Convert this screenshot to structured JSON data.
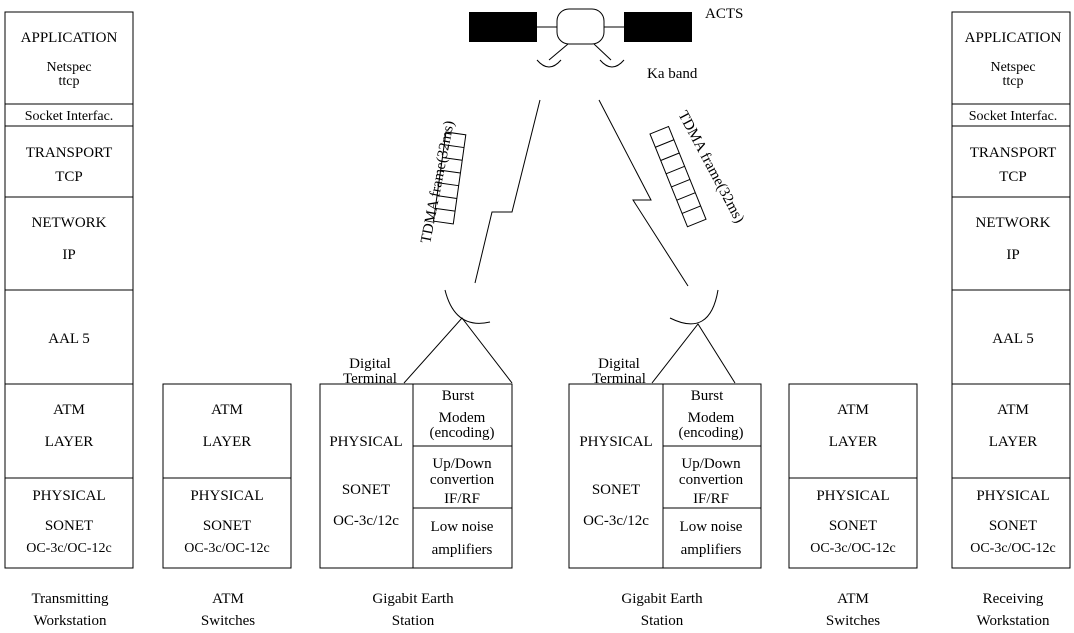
{
  "satellite": {
    "name": "ACTS",
    "band": "Ka band"
  },
  "tdma_left": "TDMA frame(32ms)",
  "tdma_right": "TDMA frame(32ms)",
  "workstation_left": {
    "layers": [
      [
        "APPLICATION",
        "Netspec",
        "ttcp"
      ],
      [
        "Socket Interfac."
      ],
      [
        "TRANSPORT",
        "TCP"
      ],
      [
        "NETWORK",
        "IP"
      ],
      [
        "AAL 5"
      ],
      [
        "ATM",
        "LAYER"
      ],
      [
        "PHYSICAL",
        "SONET",
        "OC-3c/OC-12c"
      ]
    ],
    "caption": [
      "Transmitting",
      "Workstation"
    ]
  },
  "atm_switch_left": {
    "layers": [
      [
        "ATM",
        "LAYER"
      ],
      [
        "PHYSICAL",
        "SONET",
        "OC-3c/OC-12c"
      ]
    ],
    "caption": [
      "ATM",
      "Switches"
    ]
  },
  "earth_station_left": {
    "terminal_label": [
      "Digital",
      "Terminal"
    ],
    "left_col": [
      "PHYSICAL",
      "SONET",
      "OC-3c/12c"
    ],
    "right_col": [
      [
        "Burst",
        "Modem",
        "(encoding)"
      ],
      [
        "Up/Down",
        "convertion",
        "IF/RF"
      ],
      [
        "Low noise",
        "amplifiers"
      ]
    ],
    "caption": [
      "Gigabit Earth",
      "Station"
    ]
  },
  "earth_station_right": {
    "terminal_label": [
      "Digital",
      "Terminal"
    ],
    "left_col": [
      "PHYSICAL",
      "SONET",
      "OC-3c/12c"
    ],
    "right_col": [
      [
        "Burst",
        "Modem",
        "(encoding)"
      ],
      [
        "Up/Down",
        "convertion",
        "IF/RF"
      ],
      [
        "Low noise",
        "amplifiers"
      ]
    ],
    "caption": [
      "Gigabit Earth",
      "Station"
    ]
  },
  "atm_switch_right": {
    "layers": [
      [
        "ATM",
        "LAYER"
      ],
      [
        "PHYSICAL",
        "SONET",
        "OC-3c/OC-12c"
      ]
    ],
    "caption": [
      "ATM",
      "Switches"
    ]
  },
  "workstation_right": {
    "layers": [
      [
        "APPLICATION",
        "Netspec",
        "ttcp"
      ],
      [
        "Socket Interfac."
      ],
      [
        "TRANSPORT",
        "TCP"
      ],
      [
        "NETWORK",
        "IP"
      ],
      [
        "AAL 5"
      ],
      [
        "ATM",
        "LAYER"
      ],
      [
        "PHYSICAL",
        "SONET",
        "OC-3c/OC-12c"
      ]
    ],
    "caption": [
      "Receiving",
      "Workstation"
    ]
  }
}
